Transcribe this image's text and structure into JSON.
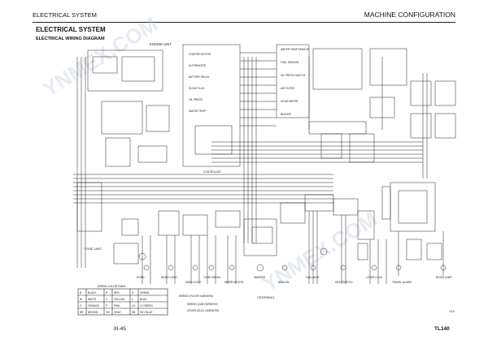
{
  "header": {
    "left": "ELECTRICAL SYSTEM",
    "right": "MACHINE CONFIGURATION"
  },
  "title": "ELECTRICAL SYSTEM",
  "subtitle": "ELECTRICAL WIRING DIAGRAM",
  "footer": {
    "page": "III-45",
    "model": "TL140"
  },
  "diagram": {
    "engine_label": "ENGINE UNIT",
    "fuse_label": "FUSE UNIT",
    "crossing_label": "CROSSING",
    "controller_label": "CONTROLLER",
    "ref_code": "T4-6",
    "left_labels": [
      "STARTER MOTOR",
      "ALTERNATOR",
      "BATTERY RELAY",
      "GLOW PLUG",
      "OIL PRESS",
      "WATER TEMP"
    ],
    "right_labels": [
      "WATER TEMP SENSOR",
      "FUEL SENSOR",
      "OIL PRESS SWITCH",
      "AIR FILTER",
      "HOUR METER",
      "BUZZER"
    ],
    "bottom_labels": [
      "HORN",
      "WORK LIGHT",
      "HEAD LIGHT",
      "TURN SIGNAL",
      "WIPER MOTOR",
      "WASHER",
      "BEACON",
      "CAB LIGHT",
      "SEAT SWITCH",
      "LEVER LOCK",
      "TRAVEL ALARM",
      "ROOM LAMP"
    ],
    "legend": {
      "title": "WIRING COLOR TABLE",
      "rows": [
        [
          "B",
          "BLACK",
          "R",
          "RED",
          "G",
          "GREEN"
        ],
        [
          "W",
          "WHITE",
          "Y",
          "YELLOW",
          "L",
          "BLUE"
        ],
        [
          "O",
          "ORANGE",
          "P",
          "PINK",
          "LG",
          "LT GREEN"
        ],
        [
          "BR",
          "BROWN",
          "GR",
          "GRAY",
          "SB",
          "SKY BLUE"
        ]
      ]
    },
    "notes": [
      "WIRING (FLOOR HARNESS)",
      "WIRING (CAB HARNESS)",
      "CROSS (ELEC.HARNESS)"
    ],
    "watermark": [
      "YNMEX.COM",
      "YNMEX.COM"
    ]
  }
}
